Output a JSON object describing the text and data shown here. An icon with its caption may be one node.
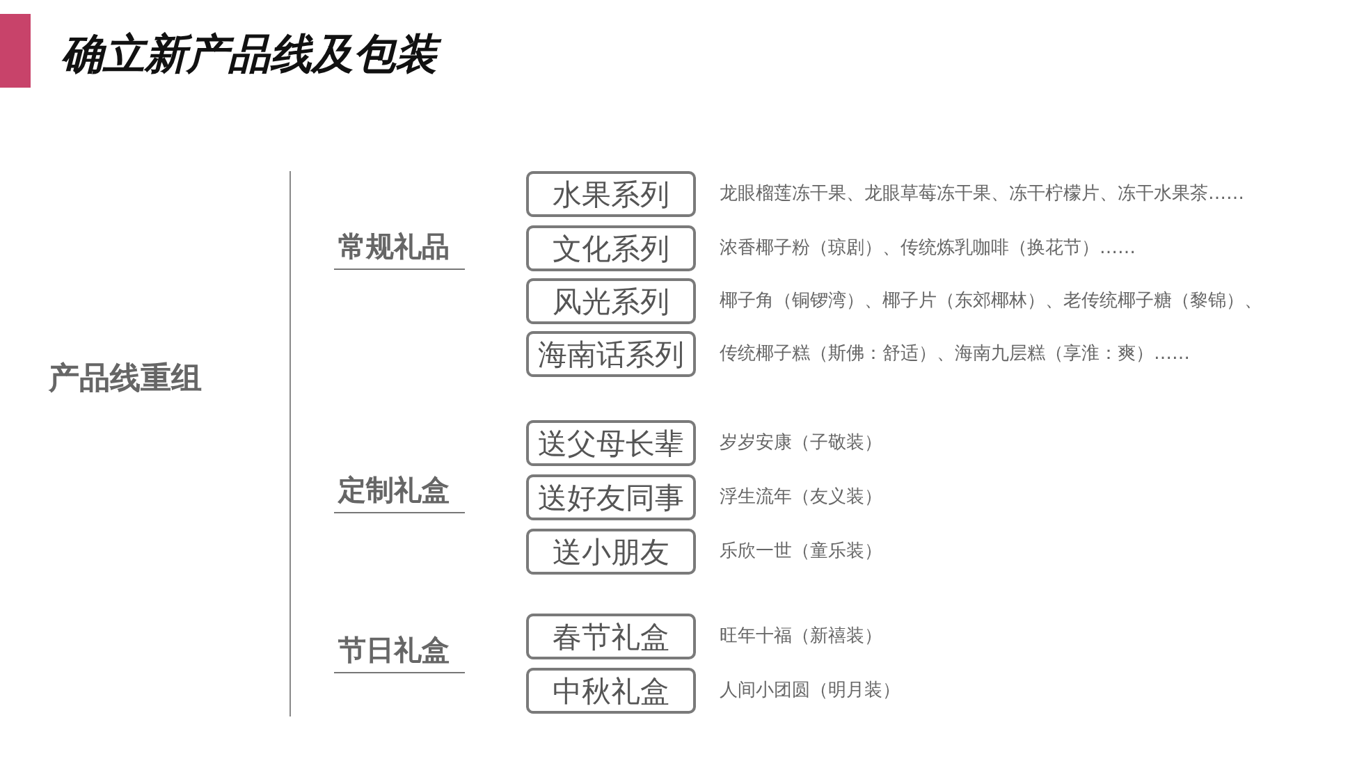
{
  "diagram": {
    "title": "确立新产品线及包装",
    "nodes": [
      {
        "text": [
          "水果系列"
        ],
        "beside": [
          "龙眼榴莲冻干果、龙眼草莓冻干果、冻干柠檬片、冻干水果茶……"
        ]
      },
      {
        "text": [
          "文化系列"
        ],
        "beside": [
          "浓香椰子粉（琼剧）、传统炼乳咖啡（换花节）……"
        ]
      },
      {
        "text": [
          "风光系列"
        ],
        "beside": [
          "椰子角（铜锣湾）、椰子片（东郊椰林）、老传统椰子糖（黎锦）、"
        ]
      },
      {
        "text": [
          "海南话系列"
        ],
        "beside": [
          "传统椰子糕（斯佛：舒适）、海南九层糕（享淮：爽）……"
        ]
      },
      {
        "text": [
          "送父母长辈"
        ],
        "beside": [
          "岁岁安康（子敬装）"
        ]
      },
      {
        "text": [
          "送好友同事"
        ],
        "beside": [
          "浮生流年（友义装）"
        ]
      },
      {
        "text": [
          "送小朋友"
        ],
        "beside": [
          "乐欣一世（童乐装）"
        ]
      },
      {
        "text": [
          "春节礼盒"
        ],
        "beside": [
          "旺年十福（新禧装）"
        ]
      },
      {
        "text": [
          "中秋礼盒"
        ],
        "beside": [
          "人间小团圆（明月装）"
        ]
      }
    ],
    "labels": [
      "产品线重组",
      "常规礼品",
      "定制礼盒",
      "节日礼盒"
    ]
  }
}
